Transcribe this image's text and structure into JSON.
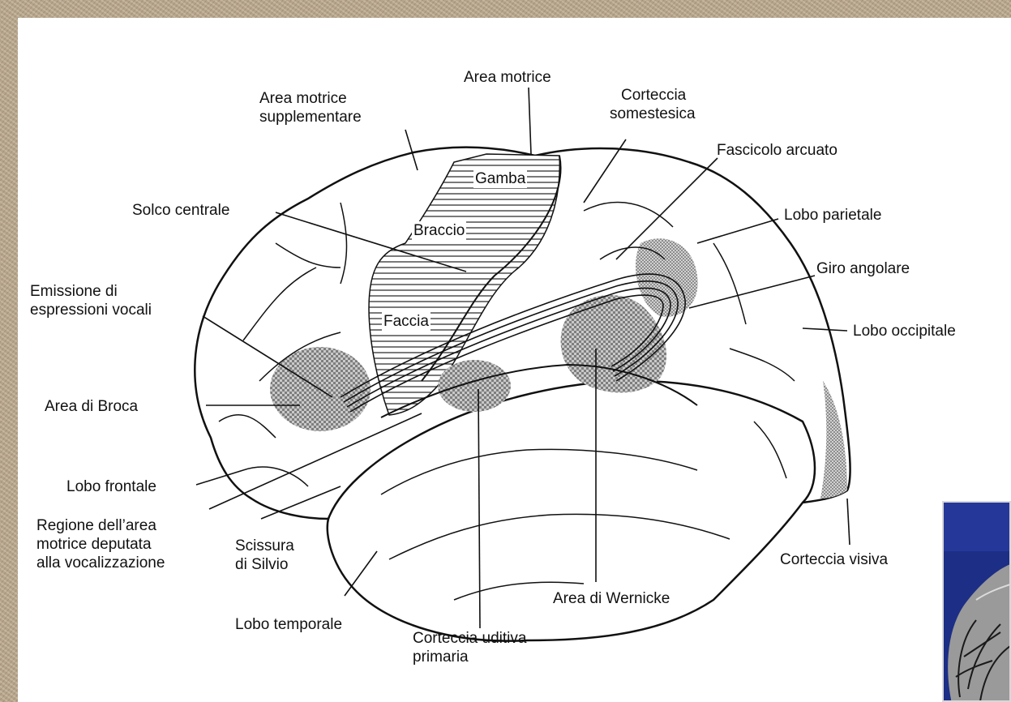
{
  "labels": {
    "area_motrice": "Area motrice",
    "area_motrice_supplementare": [
      "Area motrice",
      "supplementare"
    ],
    "corteccia_somestesica": [
      "Corteccia",
      "somestesica"
    ],
    "fascicolo_arcuato": "Fascicolo arcuato",
    "lobo_parietale": "Lobo parietale",
    "giro_angolare": "Giro angolare",
    "lobo_occipitale": "Lobo occipitale",
    "corteccia_visiva": "Corteccia visiva",
    "solco_centrale": "Solco centrale",
    "emissione": [
      "Emissione di",
      "espressioni vocali"
    ],
    "area_di_broca": "Area di Broca",
    "lobo_frontale": "Lobo frontale",
    "regione_area_motrice": [
      "Regione dell’area",
      "motrice deputata",
      "alla vocalizzazione"
    ],
    "scissura_silvio": [
      "Scissura",
      "di Silvio"
    ],
    "lobo_temporale": "Lobo temporale",
    "corteccia_uditiva": [
      "Corteccia uditiva",
      "primaria"
    ],
    "area_di_wernicke": "Area di Wernicke",
    "gamba": "Gamba",
    "braccio": "Braccio",
    "faccia": "Faccia"
  },
  "colors": {
    "background_texture": "#b9a78d",
    "panel": "#ffffff",
    "ink": "#111111",
    "shaded_area": "#9a9a9a",
    "photo_blue": "#1d2e86"
  }
}
